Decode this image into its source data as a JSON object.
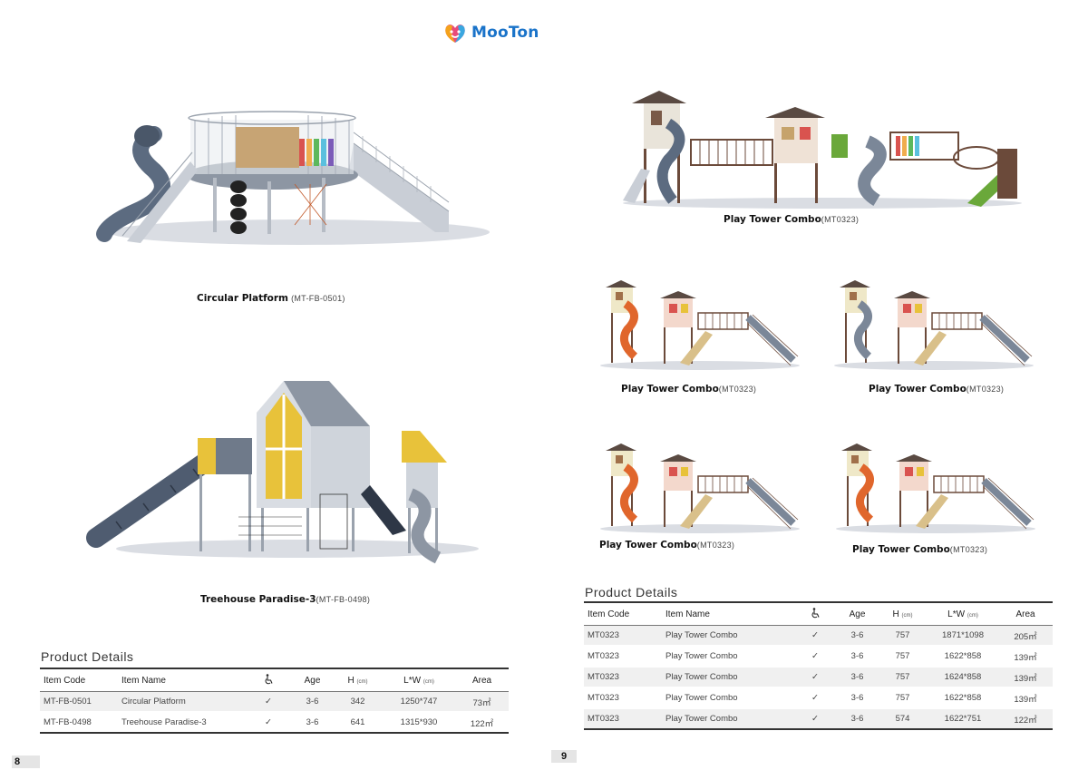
{
  "brand": {
    "name": "MooTon"
  },
  "left_page": {
    "products": [
      {
        "name": "Circular Platform",
        "code": "(MT-FB-0501)"
      },
      {
        "name": "Treehouse Paradise-3",
        "code": "(MT-FB-0498)"
      }
    ],
    "details_title": "Product Details",
    "headers": {
      "code": "Item Code",
      "name": "Item Name",
      "age": "Age",
      "h": "H",
      "h_unit": "(cm)",
      "lw": "L*W",
      "lw_unit": "(cm)",
      "area": "Area"
    },
    "rows": [
      {
        "code": "MT-FB-0501",
        "name": "Circular Platform",
        "check": "✓",
        "age": "3-6",
        "h": "342",
        "lw": "1250*747",
        "area": "73㎡"
      },
      {
        "code": "MT-FB-0498",
        "name": "Treehouse Paradise-3",
        "check": "✓",
        "age": "3-6",
        "h": "641",
        "lw": "1315*930",
        "area": "122㎡"
      }
    ],
    "page_number": "8"
  },
  "right_page": {
    "products": [
      {
        "name": "Play Tower Combo",
        "code": "(MT0323)"
      },
      {
        "name": "Play Tower Combo",
        "code": "(MT0323)"
      },
      {
        "name": "Play Tower Combo",
        "code": "(MT0323)"
      },
      {
        "name": "Play Tower Combo",
        "code": "(MT0323)"
      },
      {
        "name": "Play Tower Combo",
        "code": "(MT0323)"
      }
    ],
    "details_title": "Product Details",
    "headers": {
      "code": "Item Code",
      "name": "Item Name",
      "age": "Age",
      "h": "H",
      "h_unit": "(cm)",
      "lw": "L*W",
      "lw_unit": "(cm)",
      "area": "Area"
    },
    "rows": [
      {
        "code": "MT0323",
        "name": "Play Tower Combo",
        "check": "✓",
        "age": "3-6",
        "h": "757",
        "lw": "1871*1098",
        "area": "205㎡"
      },
      {
        "code": "MT0323",
        "name": "Play Tower Combo",
        "check": "✓",
        "age": "3-6",
        "h": "757",
        "lw": "1622*858",
        "area": "139㎡"
      },
      {
        "code": "MT0323",
        "name": "Play Tower Combo",
        "check": "✓",
        "age": "3-6",
        "h": "757",
        "lw": "1624*858",
        "area": "139㎡"
      },
      {
        "code": "MT0323",
        "name": "Play Tower Combo",
        "check": "✓",
        "age": "3-6",
        "h": "757",
        "lw": "1622*858",
        "area": "139㎡"
      },
      {
        "code": "MT0323",
        "name": "Play Tower Combo",
        "check": "✓",
        "age": "3-6",
        "h": "574",
        "lw": "1622*751",
        "area": "122㎡"
      }
    ],
    "page_number": "9"
  },
  "colors": {
    "brand_blue": "#1a73c9",
    "slide_gray": "#5c6b80",
    "wood_brown": "#6b4a3a",
    "orange": "#e0662c",
    "yellow": "#e8c23a",
    "green": "#6aa83a"
  },
  "icons": {
    "accessibility": "wheelchair-icon",
    "check": "check-icon"
  }
}
